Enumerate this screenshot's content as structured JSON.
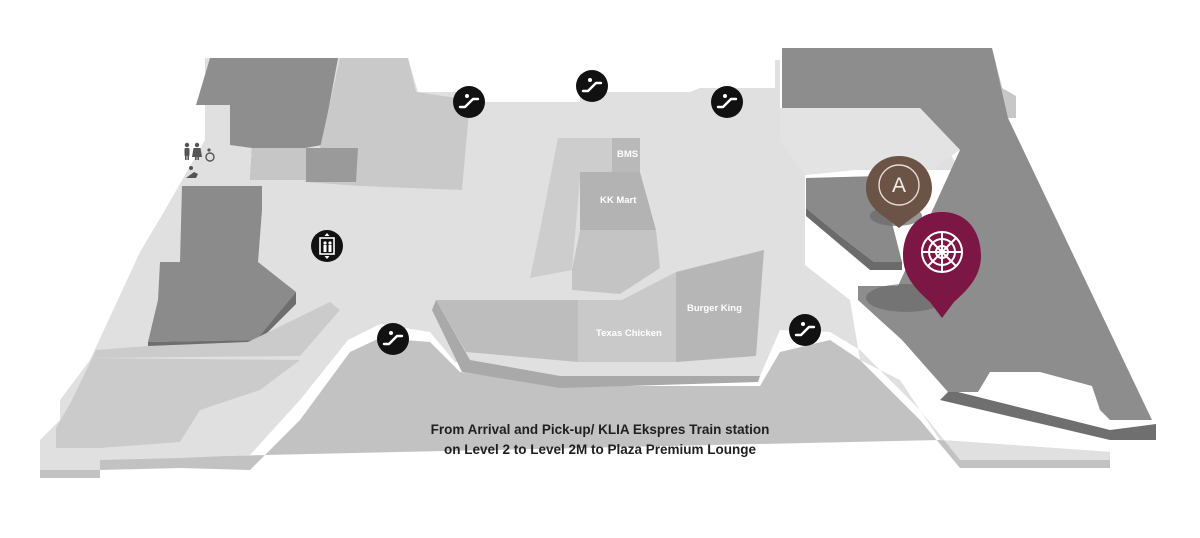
{
  "caption": {
    "line1": "From Arrival and Pick-up/ KLIA Ekspres Train station",
    "line2": "on Level 2 to Level 2M to Plaza Premium Lounge"
  },
  "stores": {
    "bms": "BMS",
    "kk_mart": "KK Mart",
    "burger_king": "Burger King",
    "texas_chicken": "Texas Chicken"
  },
  "pins": {
    "lounge_a": {
      "letter": "A",
      "color": "#6b5346"
    },
    "plaza_premium": {
      "color": "#7c1745"
    }
  },
  "icons": {
    "escalator": "escalator-icon",
    "lift": "lift-icon",
    "restroom": "restroom-icon"
  },
  "colors": {
    "floor": "#e1e1e1",
    "floor_edge": "#c4c4c4",
    "shop_light": "#bdbdbd",
    "shop_dark": "#8f8f8f",
    "lounge_area": "#8c8c8c",
    "icon_bg": "#111111"
  }
}
